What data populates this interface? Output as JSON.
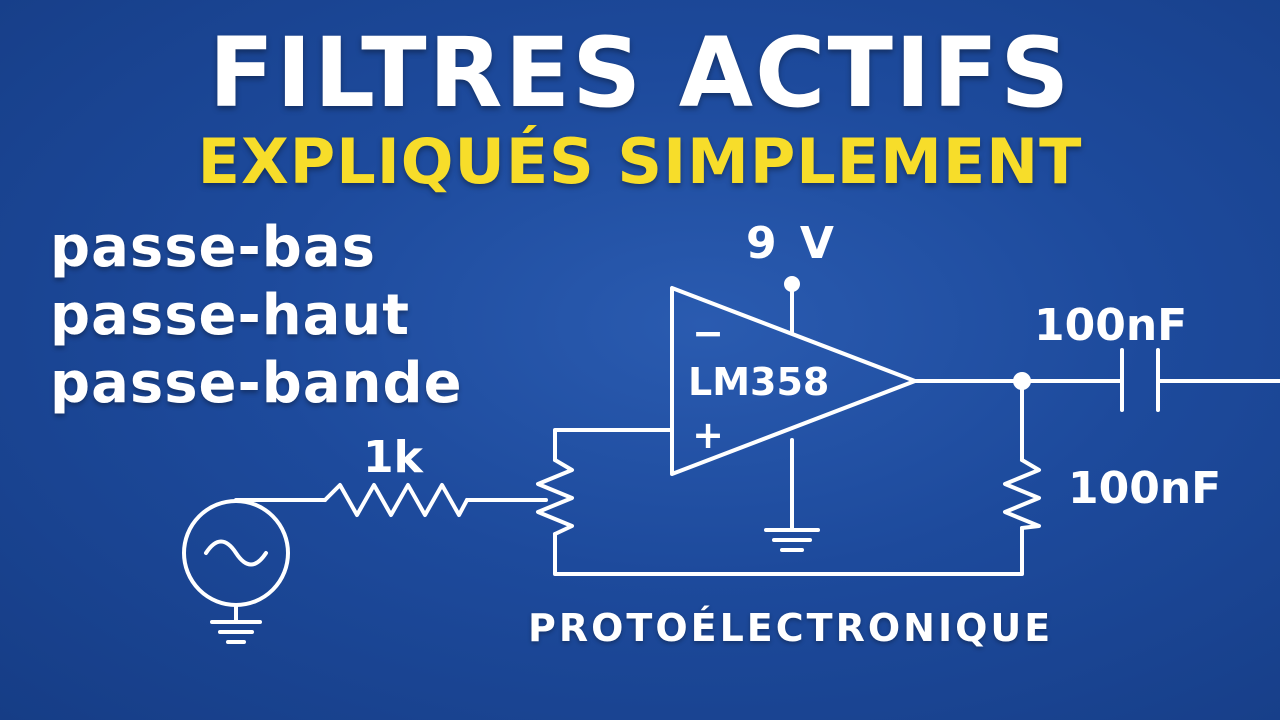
{
  "header": {
    "title": "FILTRES ACTIFS",
    "subtitle": "EXPLIQUÉS SIMPLEMENT"
  },
  "filter_types": [
    "passe-bas",
    "passe-haut",
    "passe-bande"
  ],
  "circuit": {
    "supply_label": "9 V",
    "opamp_label": "LM358",
    "opamp_minus": "−",
    "opamp_plus": "+",
    "input_resistor_label": "1k",
    "capacitor_label": "100nF",
    "output_resistor_label": "100nF"
  },
  "footer": {
    "brand": "PROTOÉLECTRONIQUE"
  },
  "colors": {
    "background": "#1d4a9c",
    "title": "#ffffff",
    "subtitle": "#f7dd2a",
    "wire": "#ffffff"
  }
}
